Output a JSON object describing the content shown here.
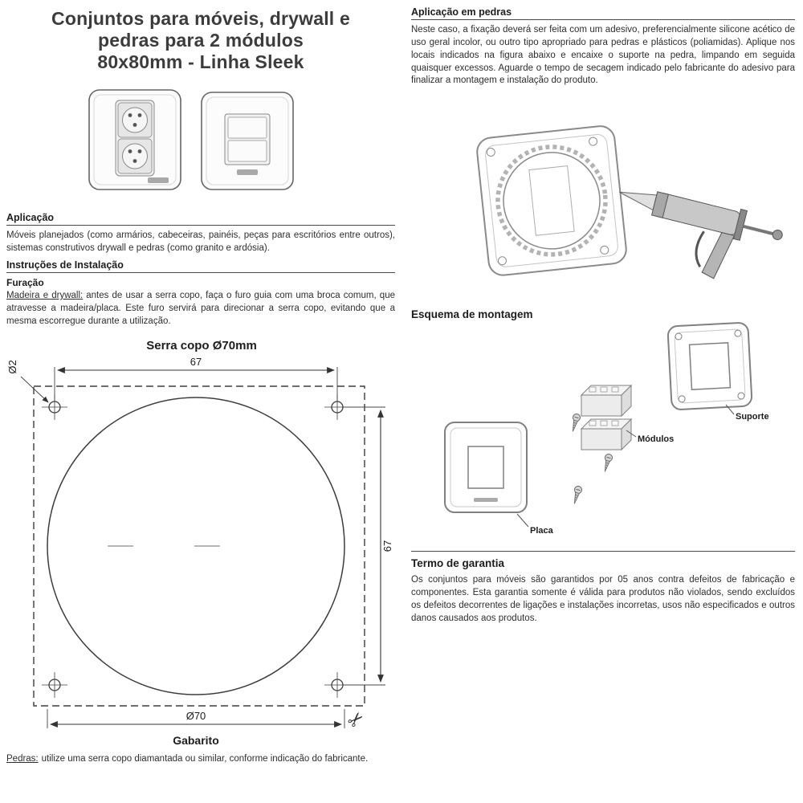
{
  "title": {
    "line1": "Conjuntos para móveis, drywall e",
    "line2": "pedras para 2 módulos",
    "line3": "80x80mm - Linha Sleek"
  },
  "aplicacao": {
    "heading": "Aplicação",
    "body": "Móveis planejados (como armários, cabeceiras, painéis, peças para escritórios entre outros), sistemas construtivos drywall e pedras (como granito e ardósia)."
  },
  "instrucoes": {
    "heading": "Instruções de Instalação",
    "sub": "Furação",
    "label": "Madeira e drywall:",
    "body": "antes de usar a serra copo, faça o furo guia com uma broca comum, que atravesse a madeira/placa. Este furo servirá para direcionar a serra copo, evitando que a mesma escorregue durante a utilização."
  },
  "drawing": {
    "title": "Serra copo Ø70mm",
    "dim_top": "67",
    "dim_right": "67",
    "dim_hole": "Ø2",
    "dim_diameter": "Ø70",
    "caption": "Gabarito"
  },
  "pedras": {
    "label": "Pedras:",
    "body": "utilize uma serra copo diamantada ou similar, conforme indicação do fabricante."
  },
  "pedras_aplicacao": {
    "heading": "Aplicação em pedras",
    "body": "Neste caso, a fixação deverá ser feita com um adesivo, preferencialmente silicone acético de uso geral incolor, ou outro tipo apropriado para pedras e plásticos (poliamidas). Aplique nos locais indicados na figura abaixo e encaixe o suporte na pedra, limpando em seguida quaisquer excessos. Aguarde o tempo de secagem indicado pelo fabricante do adesivo para finalizar a montagem e instalação do produto."
  },
  "esquema": {
    "heading": "Esquema de montagem",
    "suporte": "Suporte",
    "modulos": "Módulos",
    "placa": "Placa"
  },
  "garantia": {
    "heading": "Termo de garantia",
    "body": "Os conjuntos para móveis são garantidos por 05 anos contra defeitos de fabricação e componentes. Esta garantia somente é válida para produtos não violados, sendo excluídos os defeitos decorrentes de ligações e instalações incorretas, usos não especificados e outros danos causados aos produtos."
  }
}
